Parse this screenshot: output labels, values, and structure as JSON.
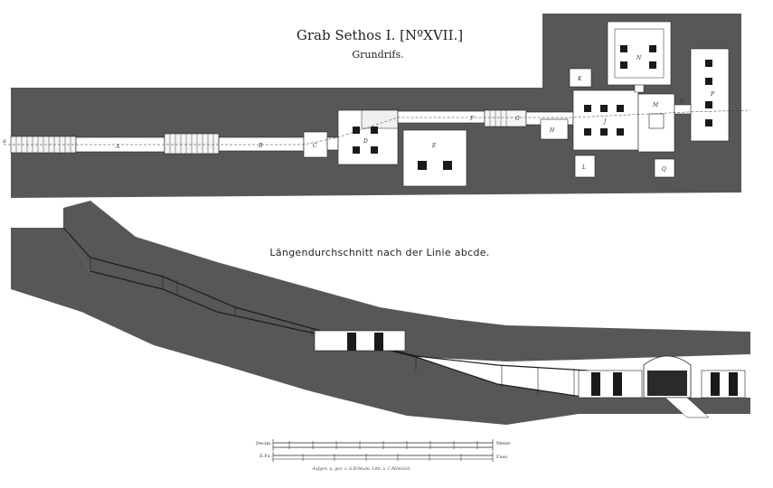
{
  "plate": {
    "title": "Grab Sethos I. [NºXVII.]",
    "plan_heading": "Grundrifs.",
    "section_heading": "Längendurchschnitt nach der Linie abcde.",
    "scale_top_left": "Decim.",
    "scale_top_right": "Meter.",
    "scale_bottom_left": "E.Fs.",
    "scale_bottom_right": "Fuss.",
    "credit": "Aufgen. u. gez. v. G.Erbkam.   Lith. v. C.Mönnich.",
    "room_labels": {
      "a": "a",
      "A": "A",
      "B": "B",
      "C": "C",
      "D": "D",
      "E": "E",
      "F": "F",
      "G": "G",
      "H": "H",
      "J": "J",
      "K": "K",
      "L": "L",
      "M": "M",
      "N": "N",
      "O": "O",
      "P": "P",
      "Q": "Q"
    }
  },
  "colors": {
    "rock": "#575757",
    "rock_dark": "#3e3e3e",
    "paper": "#ffffff",
    "ink": "#1c1c1c",
    "pillar": "#1a1a1a"
  }
}
